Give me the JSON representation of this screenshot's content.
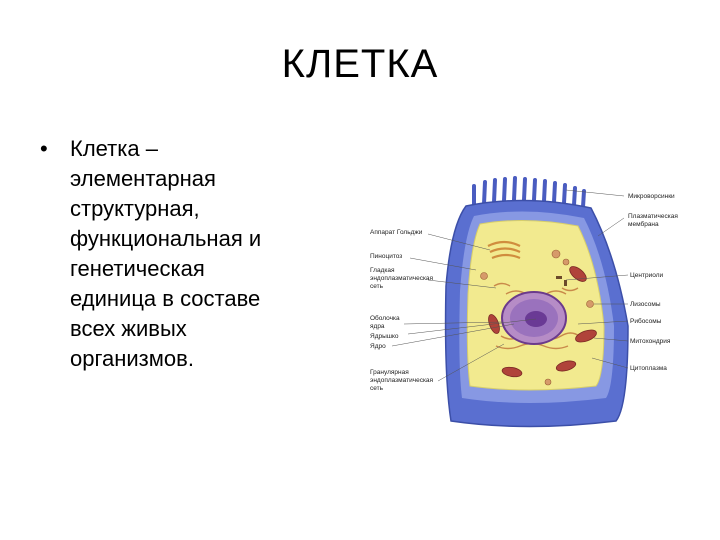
{
  "slide": {
    "title": "КЛЕТКА",
    "bullet_symbol": "•",
    "bullet_lines": [
      "Клетка –",
      "элементарная",
      "структурная,",
      "функциональная и",
      "генетическая",
      "единица в составе",
      "всех живых",
      "организмов."
    ]
  },
  "figure": {
    "labels_left": [
      "Аппарат Гольджи",
      "Пиноцитоз",
      "Гладкая",
      "эндоплазматическая",
      "сеть",
      "Оболочка",
      "ядра",
      "Ядрышко",
      "Ядро",
      "Гранулярная",
      "эндоплазматическая",
      "сеть"
    ],
    "labels_right": [
      "Микроворсинки",
      "Плазматическая",
      "мембрана",
      "Центриоли",
      "Лизосомы",
      "Рибосомы",
      "Митохондрия",
      "Цитоплазма"
    ],
    "colors": {
      "outer_membrane": "#5a6fd0",
      "cytoplasm": "#f2ea8f",
      "nucleus": "#7d5fa8",
      "mitochondria": "#b0433a"
    }
  }
}
